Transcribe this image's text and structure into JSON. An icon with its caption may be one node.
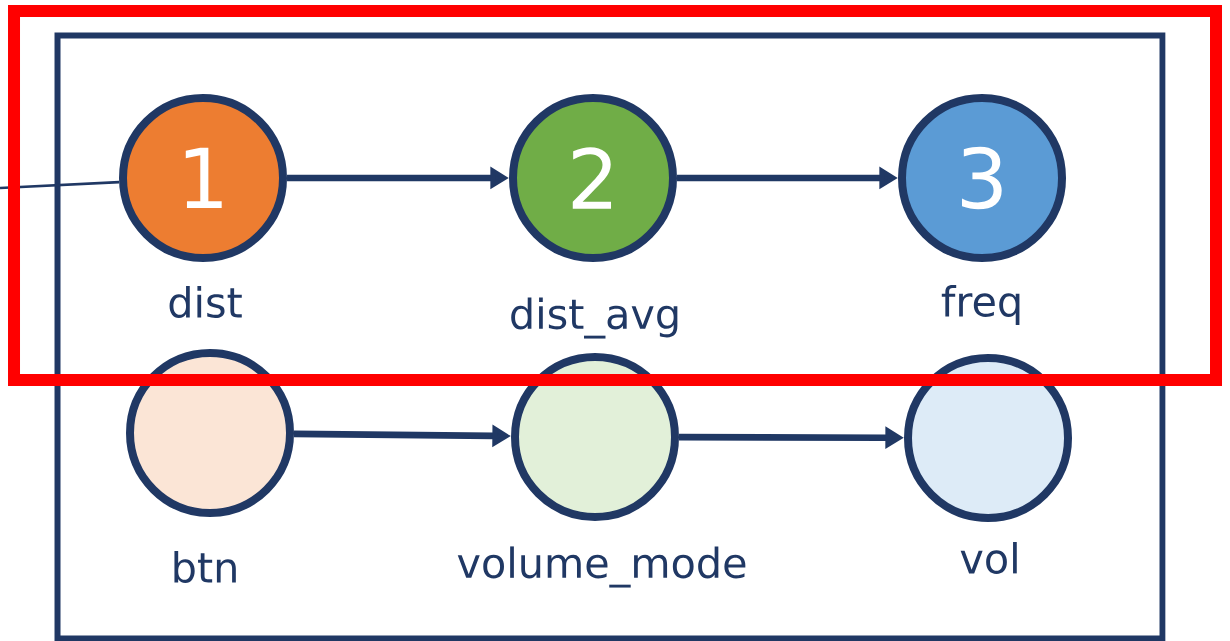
{
  "diagram": {
    "nodes": [
      {
        "text": [],
        "shape": "box"
      },
      {
        "text": [
          "1"
        ],
        "beside": [
          "dist"
        ],
        "in": 0
      },
      {
        "text": [
          "2"
        ],
        "beside": [
          "dist_avg"
        ],
        "in": 0
      },
      {
        "text": [
          "3"
        ],
        "beside": [
          "freq"
        ],
        "in": 0
      },
      {
        "text": [],
        "shape": "circle",
        "beside": [
          "btn"
        ],
        "in": 0
      },
      {
        "text": [],
        "shape": "circle",
        "beside": [
          "volume_mode"
        ],
        "in": 0
      },
      {
        "text": [],
        "shape": "circle",
        "beside": [
          "vol"
        ],
        "in": 0
      }
    ],
    "edges": [
      {
        "from": null,
        "to": 1,
        "arrow": "none"
      },
      {
        "from": 1,
        "to": 2,
        "arrow": "to"
      },
      {
        "from": 2,
        "to": 3,
        "arrow": "to"
      },
      {
        "from": 4,
        "to": 5,
        "arrow": "to"
      },
      {
        "from": 5,
        "to": 6,
        "arrow": "to"
      }
    ]
  }
}
